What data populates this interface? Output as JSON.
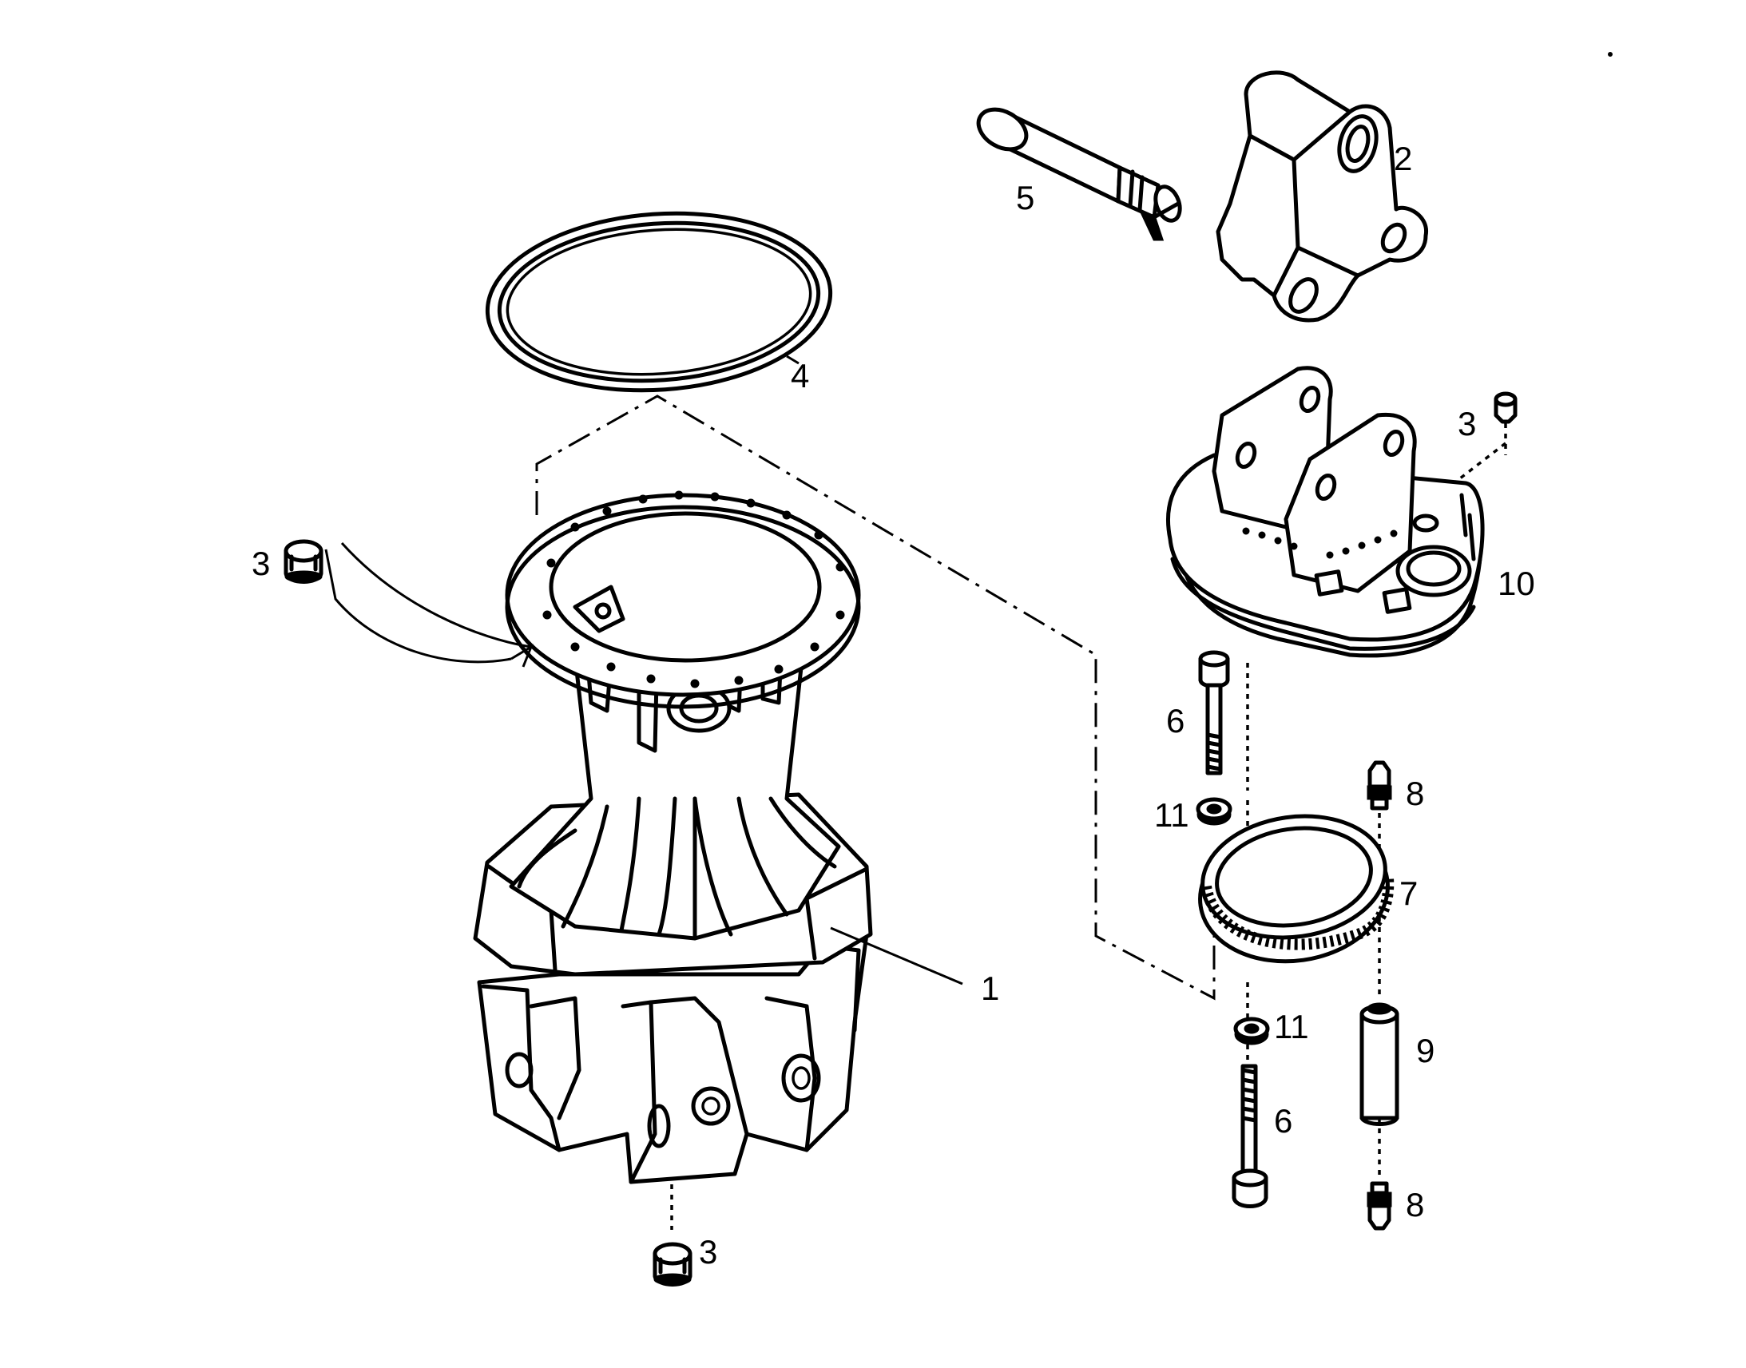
{
  "callouts": [
    {
      "id": "c1",
      "text": "1"
    },
    {
      "id": "c2",
      "text": "2"
    },
    {
      "id": "c3a",
      "text": "3"
    },
    {
      "id": "c3b",
      "text": "3"
    },
    {
      "id": "c3c",
      "text": "3"
    },
    {
      "id": "c4",
      "text": "4"
    },
    {
      "id": "c5",
      "text": "5"
    },
    {
      "id": "c6a",
      "text": "6"
    },
    {
      "id": "c6b",
      "text": "6"
    },
    {
      "id": "c7",
      "text": "7"
    },
    {
      "id": "c8a",
      "text": "8"
    },
    {
      "id": "c8b",
      "text": "8"
    },
    {
      "id": "c9",
      "text": "9"
    },
    {
      "id": "c10",
      "text": "10"
    },
    {
      "id": "c11a",
      "text": "11"
    },
    {
      "id": "c11b",
      "text": "11"
    }
  ],
  "colors": {
    "line": "#000000",
    "background": "#ffffff"
  }
}
